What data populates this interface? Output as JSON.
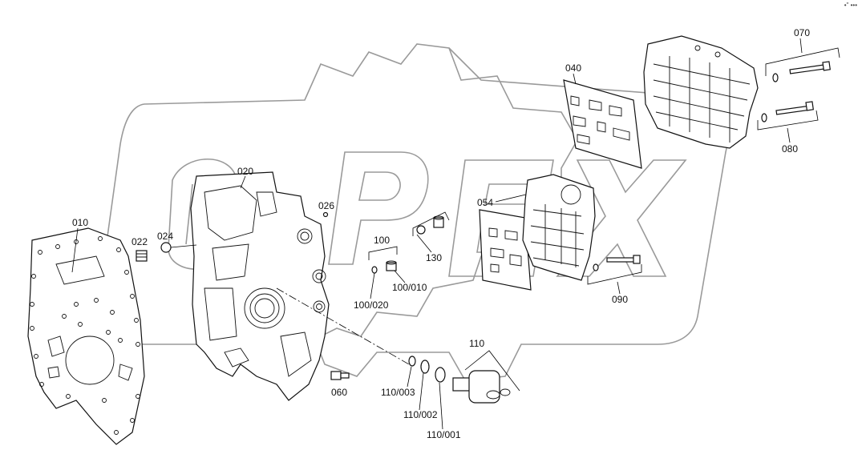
{
  "corner_mark": "•\" •••",
  "watermark": {
    "text": "OPEX",
    "color": "#9a9a9a"
  },
  "labels": {
    "p010": "010",
    "p020": "020",
    "p022": "022",
    "p024": "024",
    "p026": "026",
    "p040": "040",
    "p054": "054",
    "p060": "060",
    "p070": "070",
    "p080": "080",
    "p090": "090",
    "p100": "100",
    "p100_010": "100/010",
    "p100_020": "100/020",
    "p110": "110",
    "p110_001": "110/001",
    "p110_002": "110/002",
    "p110_003": "110/003",
    "p130": "130"
  }
}
